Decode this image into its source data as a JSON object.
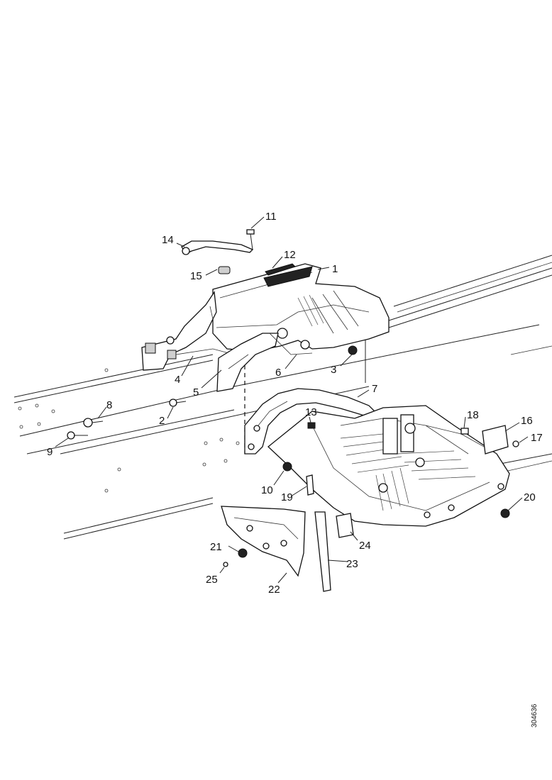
{
  "diagram": {
    "callouts": [
      "1",
      "2",
      "3",
      "4",
      "5",
      "6",
      "7",
      "8",
      "9",
      "10",
      "11",
      "12",
      "13",
      "14",
      "15",
      "16",
      "17",
      "18",
      "19",
      "20",
      "21",
      "22",
      "23",
      "24",
      "25"
    ],
    "drawing_code": "304636"
  }
}
